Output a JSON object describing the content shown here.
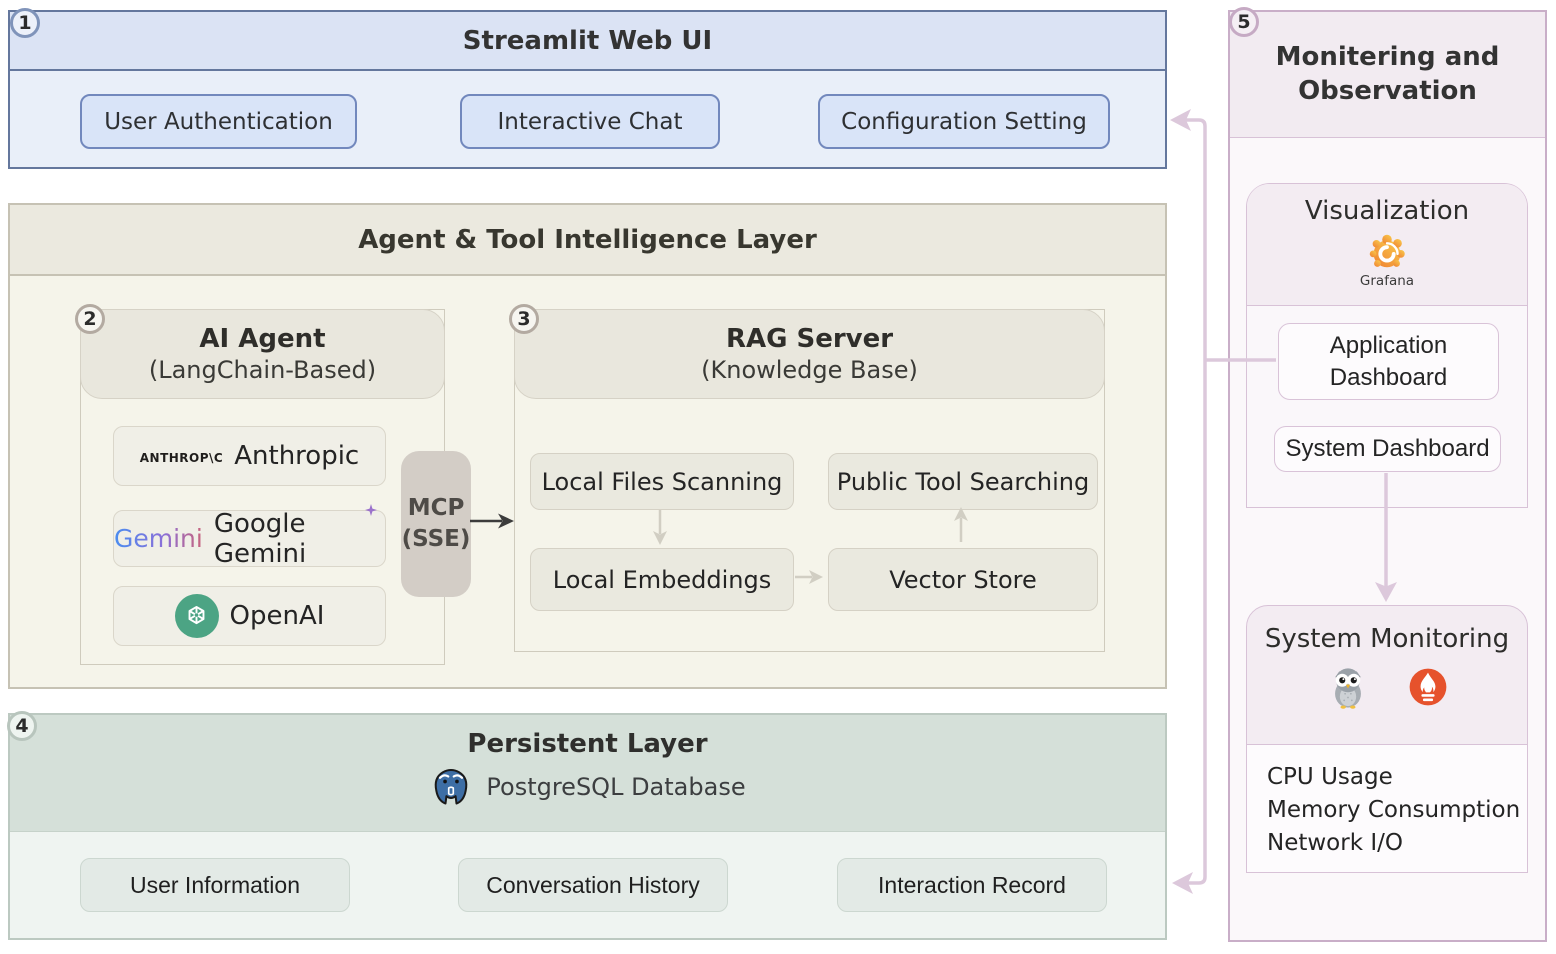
{
  "streamlit_layer": {
    "badge": "1",
    "title": "Streamlit Web UI",
    "items": [
      "User Authentication",
      "Interactive Chat",
      "Configuration Setting"
    ]
  },
  "agent_layer": {
    "title": "Agent & Tool Intelligence Layer",
    "ai_agent": {
      "badge": "2",
      "title": "AI Agent",
      "subtitle": "(LangChain-Based)",
      "anthropic": {
        "logo_text": "ANTHROP\\C",
        "label": "Anthropic"
      },
      "gemini": {
        "logo_text": "Gemini",
        "label": "Google Gemini"
      },
      "openai": {
        "label": "OpenAI"
      }
    },
    "mcp": {
      "line1": "MCP",
      "line2": "(SSE)"
    },
    "rag": {
      "badge": "3",
      "title": "RAG Server",
      "subtitle": "(Knowledge Base)",
      "local_files": "Local Files Scanning",
      "public_tool": "Public Tool Searching",
      "local_embeddings": "Local Embeddings",
      "vector_store": "Vector Store"
    }
  },
  "persistent_layer": {
    "badge": "4",
    "title": "Persistent Layer",
    "database_label": "PostgreSQL Database",
    "items": [
      "User Information",
      "Conversation History",
      "Interaction Record"
    ]
  },
  "monitoring_panel": {
    "badge": "5",
    "title": "Monitering and Observation",
    "visualization": {
      "title": "Visualization",
      "grafana_caption": "Grafana",
      "items": [
        "Application Dashboard",
        "System Dashboard"
      ]
    },
    "system_monitoring": {
      "title": "System Monitoring",
      "metrics": [
        "CPU Usage",
        "Memory Consumption",
        "Network I/O"
      ]
    }
  },
  "colors": {
    "streamlit_border": "#64779d",
    "agent_border": "#c6c2b4",
    "persistent_border": "#bcc9c1",
    "monitoring_border": "#c9aec8",
    "connector_purple": "#dcc8db",
    "arrow_dark": "#3c3c3c",
    "arrow_gray": "#d1cec3",
    "mcp_fill": "#d3cdc6",
    "openai_green": "#4ca484",
    "prometheus_orange": "#e6522c",
    "grafana_orange": "#ef7f31",
    "postgres_blue": "#3d6ea5"
  }
}
